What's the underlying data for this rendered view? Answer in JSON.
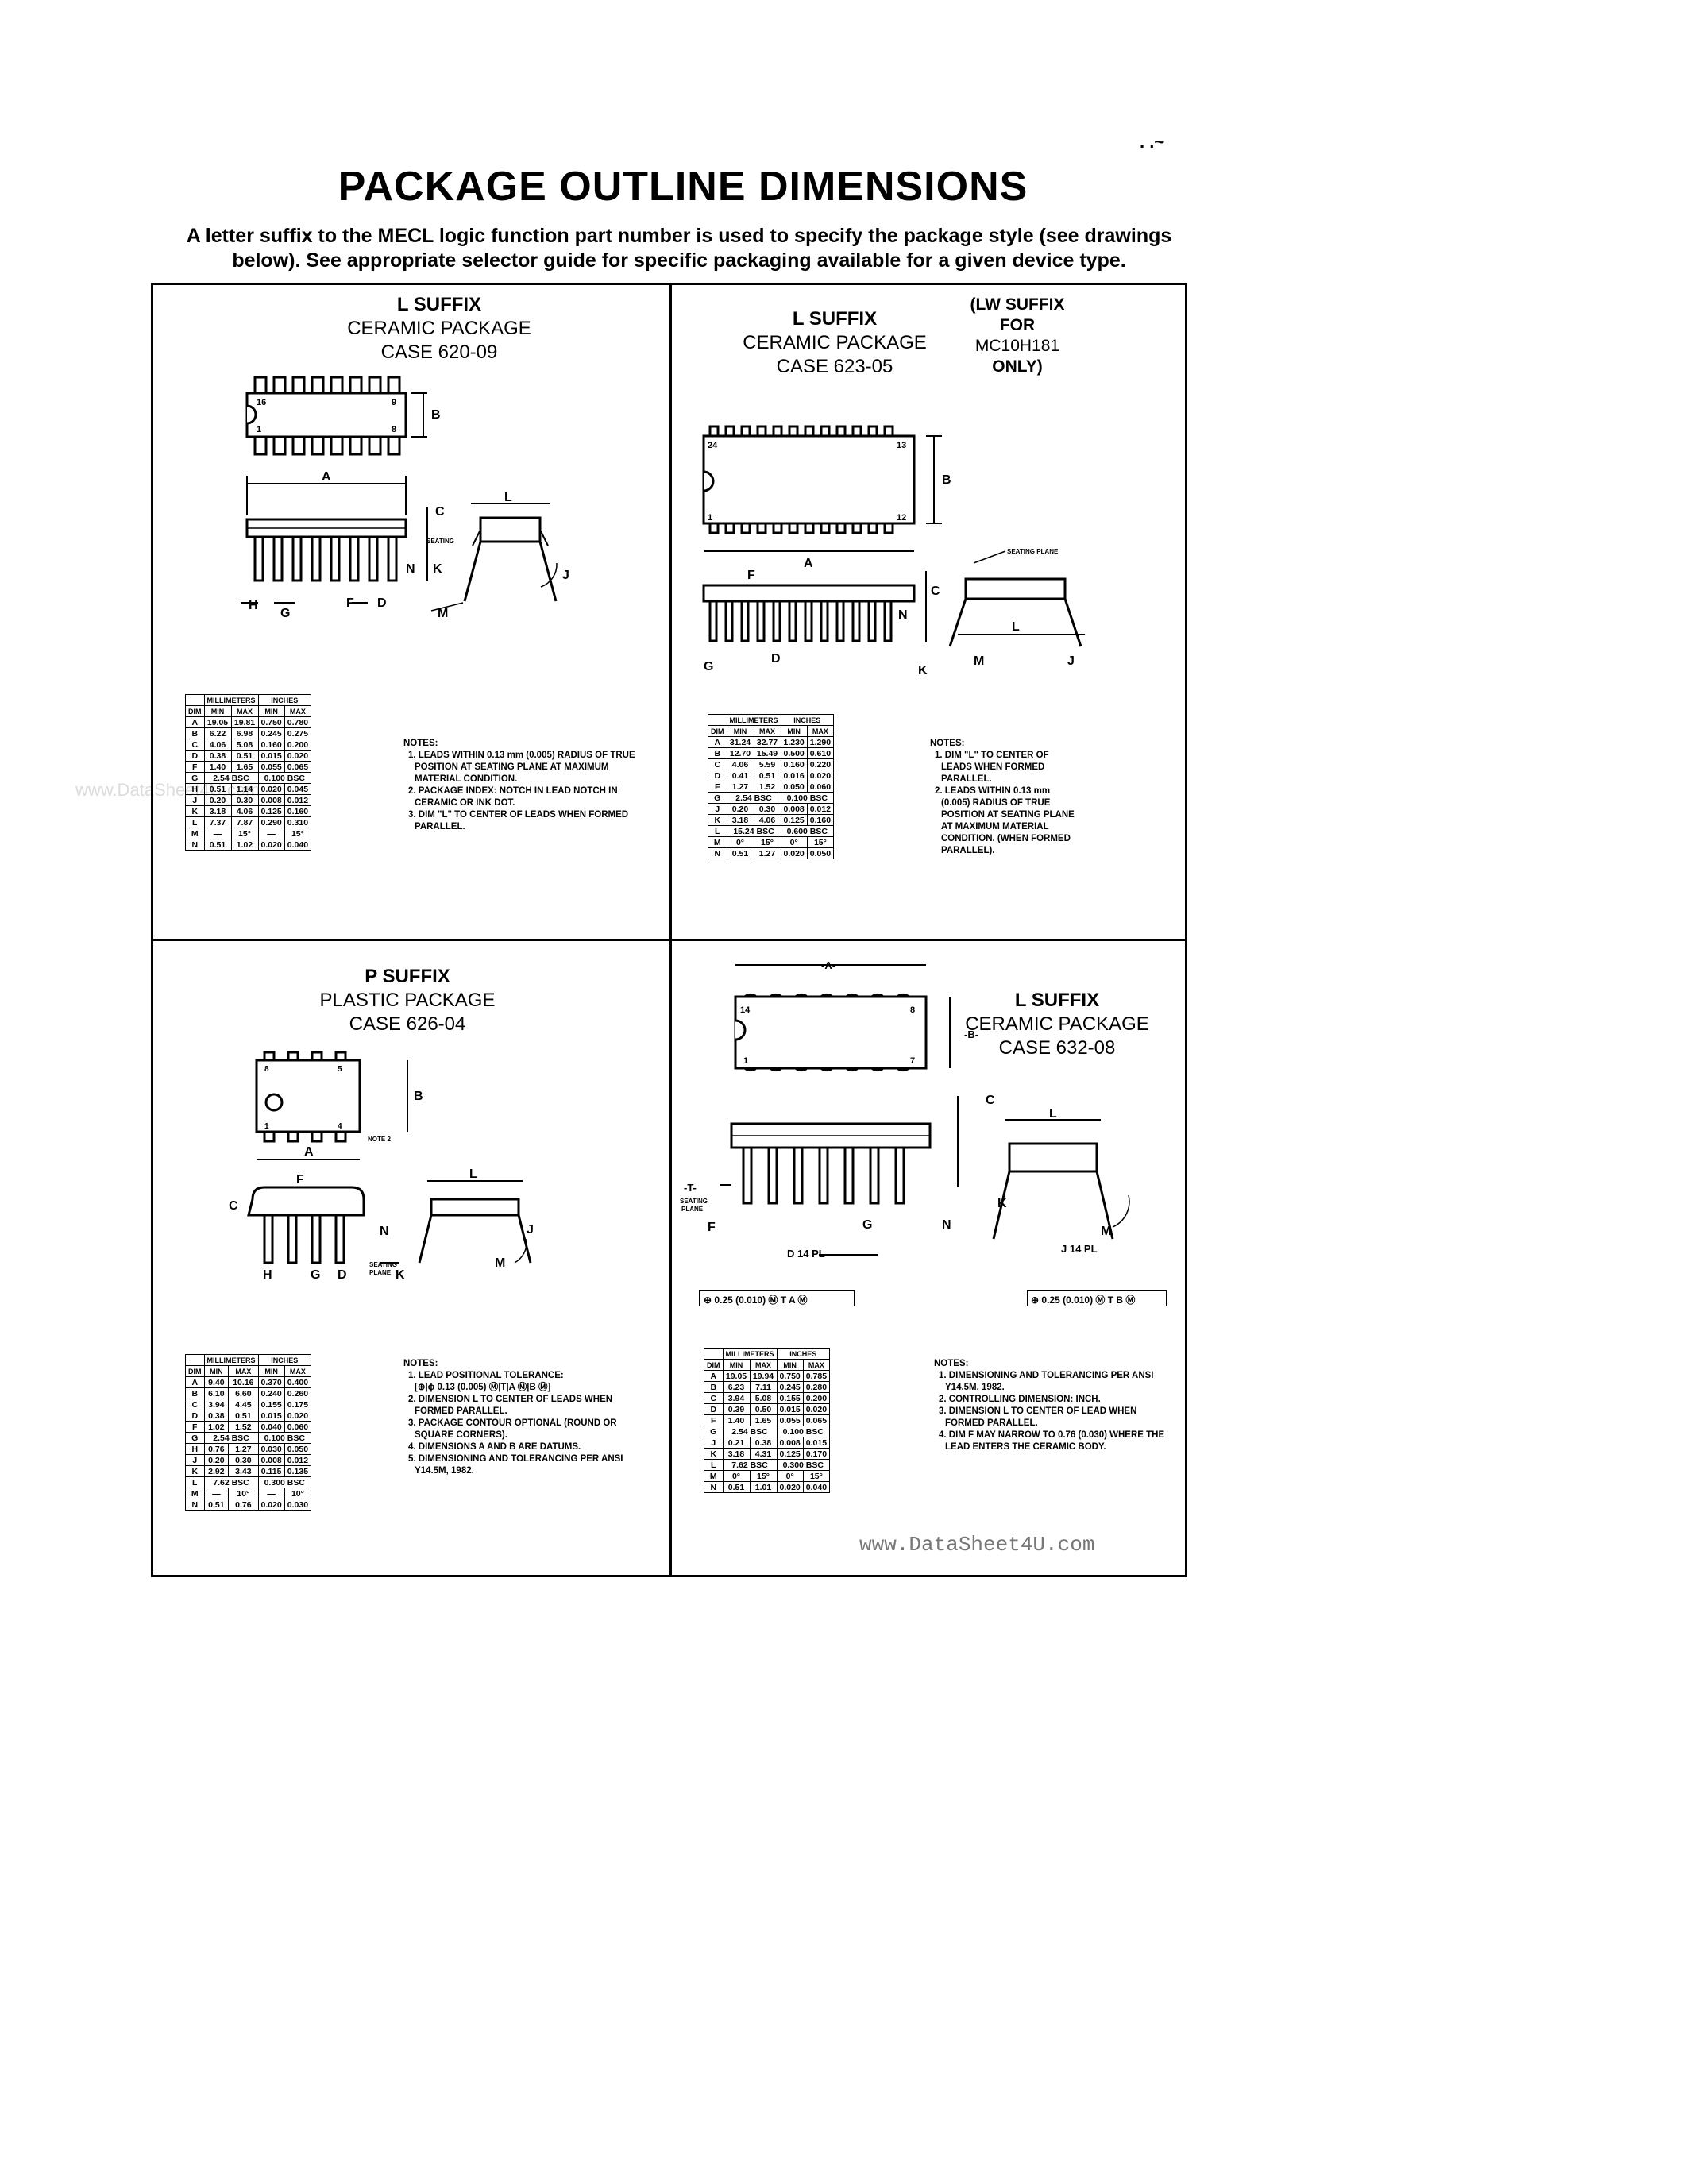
{
  "page": {
    "title": "PACKAGE OUTLINE DIMENSIONS",
    "intro": "A letter suffix to the MECL logic function part number is used to specify the package style (see drawings below). See appropriate selector guide for specific packaging available for a given device type.",
    "corner_mark": ". .~",
    "watermark_left": "www.DataSheet4U.com",
    "watermark_right": "www.DataSheet4U.com"
  },
  "panels": [
    {
      "suffix": "L SUFFIX",
      "package": "CERAMIC PACKAGE",
      "case": "CASE 620-09",
      "table": {
        "group_headers": [
          "MILLIMETERS",
          "INCHES"
        ],
        "headers": [
          "DIM",
          "MIN",
          "MAX",
          "MIN",
          "MAX"
        ],
        "rows": [
          [
            "A",
            "19.05",
            "19.81",
            "0.750",
            "0.780"
          ],
          [
            "B",
            "6.22",
            "6.98",
            "0.245",
            "0.275"
          ],
          [
            "C",
            "4.06",
            "5.08",
            "0.160",
            "0.200"
          ],
          [
            "D",
            "0.38",
            "0.51",
            "0.015",
            "0.020"
          ],
          [
            "F",
            "1.40",
            "1.65",
            "0.055",
            "0.065"
          ],
          [
            "G",
            "2.54 BSC",
            "",
            "0.100 BSC",
            ""
          ],
          [
            "H",
            "0.51",
            "1.14",
            "0.020",
            "0.045"
          ],
          [
            "J",
            "0.20",
            "0.30",
            "0.008",
            "0.012"
          ],
          [
            "K",
            "3.18",
            "4.06",
            "0.125",
            "0.160"
          ],
          [
            "L",
            "7.37",
            "7.87",
            "0.290",
            "0.310"
          ],
          [
            "M",
            "—",
            "15°",
            "—",
            "15°"
          ],
          [
            "N",
            "0.51",
            "1.02",
            "0.020",
            "0.040"
          ]
        ]
      },
      "notes": [
        "NOTES:",
        "1. LEADS WITHIN 0.13 mm (0.005) RADIUS OF TRUE",
        "   POSITION AT SEATING PLANE AT MAXIMUM",
        "   MATERIAL CONDITION.",
        "2. PACKAGE INDEX: NOTCH IN LEAD NOTCH IN",
        "   CERAMIC OR INK DOT.",
        "3. DIM \"L\" TO CENTER OF LEADS WHEN FORMED",
        "   PARALLEL."
      ]
    },
    {
      "suffix": "L SUFFIX",
      "package": "CERAMIC PACKAGE",
      "case": "CASE 623-05",
      "side_note": [
        "(LW SUFFIX",
        "FOR",
        "MC10H181",
        "ONLY)"
      ],
      "table": {
        "group_headers": [
          "MILLIMETERS",
          "INCHES"
        ],
        "headers": [
          "DIM",
          "MIN",
          "MAX",
          "MIN",
          "MAX"
        ],
        "rows": [
          [
            "A",
            "31.24",
            "32.77",
            "1.230",
            "1.290"
          ],
          [
            "B",
            "12.70",
            "15.49",
            "0.500",
            "0.610"
          ],
          [
            "C",
            "4.06",
            "5.59",
            "0.160",
            "0.220"
          ],
          [
            "D",
            "0.41",
            "0.51",
            "0.016",
            "0.020"
          ],
          [
            "F",
            "1.27",
            "1.52",
            "0.050",
            "0.060"
          ],
          [
            "G",
            "2.54 BSC",
            "",
            "0.100 BSC",
            ""
          ],
          [
            "J",
            "0.20",
            "0.30",
            "0.008",
            "0.012"
          ],
          [
            "K",
            "3.18",
            "4.06",
            "0.125",
            "0.160"
          ],
          [
            "L",
            "15.24 BSC",
            "",
            "0.600 BSC",
            ""
          ],
          [
            "M",
            "0°",
            "15°",
            "0°",
            "15°"
          ],
          [
            "N",
            "0.51",
            "1.27",
            "0.020",
            "0.050"
          ]
        ]
      },
      "notes": [
        "NOTES:",
        "1. DIM \"L\" TO CENTER OF",
        "   LEADS WHEN FORMED",
        "   PARALLEL.",
        "2. LEADS WITHIN 0.13 mm",
        "   (0.005) RADIUS OF TRUE",
        "   POSITION AT SEATING PLANE",
        "   AT MAXIMUM MATERIAL",
        "   CONDITION. (WHEN FORMED",
        "   PARALLEL)."
      ]
    },
    {
      "suffix": "P SUFFIX",
      "package": "PLASTIC PACKAGE",
      "case": "CASE 626-04",
      "table": {
        "group_headers": [
          "MILLIMETERS",
          "INCHES"
        ],
        "headers": [
          "DIM",
          "MIN",
          "MAX",
          "MIN",
          "MAX"
        ],
        "rows": [
          [
            "A",
            "9.40",
            "10.16",
            "0.370",
            "0.400"
          ],
          [
            "B",
            "6.10",
            "6.60",
            "0.240",
            "0.260"
          ],
          [
            "C",
            "3.94",
            "4.45",
            "0.155",
            "0.175"
          ],
          [
            "D",
            "0.38",
            "0.51",
            "0.015",
            "0.020"
          ],
          [
            "F",
            "1.02",
            "1.52",
            "0.040",
            "0.060"
          ],
          [
            "G",
            "2.54 BSC",
            "",
            "0.100 BSC",
            ""
          ],
          [
            "H",
            "0.76",
            "1.27",
            "0.030",
            "0.050"
          ],
          [
            "J",
            "0.20",
            "0.30",
            "0.008",
            "0.012"
          ],
          [
            "K",
            "2.92",
            "3.43",
            "0.115",
            "0.135"
          ],
          [
            "L",
            "7.62 BSC",
            "",
            "0.300 BSC",
            ""
          ],
          [
            "M",
            "—",
            "10°",
            "—",
            "10°"
          ],
          [
            "N",
            "0.51",
            "0.76",
            "0.020",
            "0.030"
          ]
        ]
      },
      "notes": [
        "NOTES:",
        "1. LEAD POSITIONAL TOLERANCE:",
        "   [⊕|ϕ 0.13 (0.005) Ⓜ|T|A Ⓜ|B Ⓜ]",
        "2. DIMENSION L TO CENTER OF LEADS WHEN",
        "   FORMED PARALLEL.",
        "3. PACKAGE CONTOUR OPTIONAL (ROUND OR",
        "   SQUARE CORNERS).",
        "4. DIMENSIONS A AND B ARE DATUMS.",
        "5. DIMENSIONING AND TOLERANCING PER ANSI",
        "   Y14.5M, 1982."
      ]
    },
    {
      "suffix": "L SUFFIX",
      "package": "CERAMIC PACKAGE",
      "case": "CASE 632-08",
      "table": {
        "group_headers": [
          "MILLIMETERS",
          "INCHES"
        ],
        "headers": [
          "DIM",
          "MIN",
          "MAX",
          "MIN",
          "MAX"
        ],
        "rows": [
          [
            "A",
            "19.05",
            "19.94",
            "0.750",
            "0.785"
          ],
          [
            "B",
            "6.23",
            "7.11",
            "0.245",
            "0.280"
          ],
          [
            "C",
            "3.94",
            "5.08",
            "0.155",
            "0.200"
          ],
          [
            "D",
            "0.39",
            "0.50",
            "0.015",
            "0.020"
          ],
          [
            "F",
            "1.40",
            "1.65",
            "0.055",
            "0.065"
          ],
          [
            "G",
            "2.54 BSC",
            "",
            "0.100 BSC",
            ""
          ],
          [
            "J",
            "0.21",
            "0.38",
            "0.008",
            "0.015"
          ],
          [
            "K",
            "3.18",
            "4.31",
            "0.125",
            "0.170"
          ],
          [
            "L",
            "7.62 BSC",
            "",
            "0.300 BSC",
            ""
          ],
          [
            "M",
            "0°",
            "15°",
            "0°",
            "15°"
          ],
          [
            "N",
            "0.51",
            "1.01",
            "0.020",
            "0.040"
          ]
        ]
      },
      "notes": [
        "NOTES:",
        "1. DIMENSIONING AND TOLERANCING PER ANSI",
        "   Y14.5M, 1982.",
        "2. CONTROLLING DIMENSION: INCH.",
        "3. DIMENSION L TO CENTER OF LEAD WHEN",
        "   FORMED PARALLEL.",
        "4. DIM F MAY NARROW TO 0.76 (0.030) WHERE THE",
        "   LEAD ENTERS THE CERAMIC BODY."
      ],
      "tolerance_frames": [
        "⊕ 0.25 (0.010) Ⓜ T A Ⓜ",
        "⊕ 0.25 (0.010) Ⓜ T B Ⓜ"
      ]
    }
  ],
  "drawing_labels": {
    "seating_plane": "SEATING PLANE",
    "seating_plane_short": "SEATING",
    "plane": "PLANE",
    "d14": "D 14 PL",
    "j14": "J 14 PL",
    "datum_a": "-A-",
    "datum_b": "-B-",
    "datum_t": "-T-",
    "pin_labels": {
      "p16": "16",
      "p9": "9",
      "p1": "1",
      "p8": "8",
      "p24": "24",
      "p13": "13",
      "p12": "12",
      "p14": "14",
      "p7": "7",
      "p4": "4",
      "p5": "5"
    },
    "letters": {
      "A": "A",
      "B": "B",
      "C": "C",
      "D": "D",
      "F": "F",
      "G": "G",
      "H": "H",
      "J": "J",
      "K": "K",
      "L": "L",
      "M": "M",
      "N": "N"
    },
    "note_ref": "NOTE 2"
  }
}
